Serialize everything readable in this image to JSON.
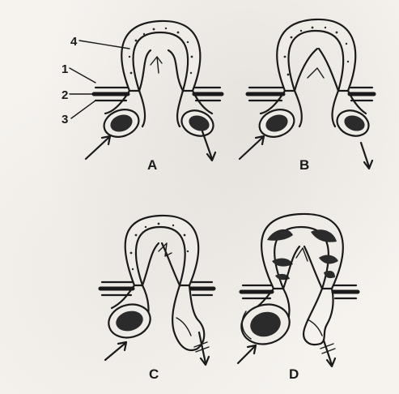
{
  "panels": [
    {
      "label": "A"
    },
    {
      "label": "B"
    },
    {
      "label": "C"
    },
    {
      "label": "D"
    }
  ],
  "callouts": [
    {
      "label": "4"
    },
    {
      "label": "1"
    },
    {
      "label": "2"
    },
    {
      "label": "3"
    }
  ]
}
